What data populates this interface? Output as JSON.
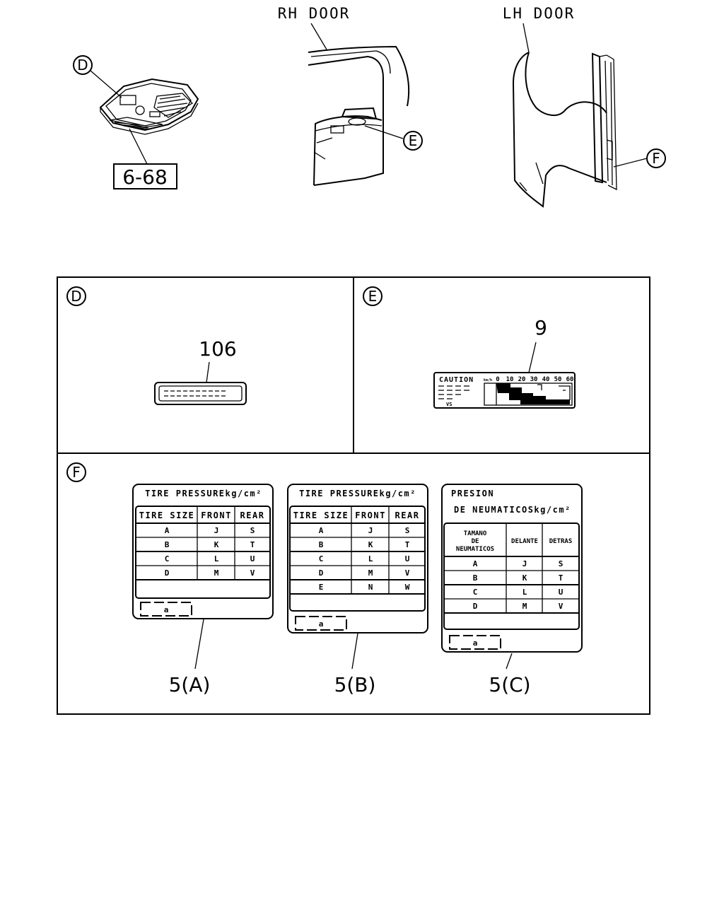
{
  "top": {
    "rh_door": "RH DOOR",
    "lh_door": "LH DOOR",
    "ref_d": "D",
    "ref_e": "E",
    "ref_f": "F",
    "ref_box": "6-68"
  },
  "panels": {
    "d": {
      "tag": "D",
      "part": "106"
    },
    "e": {
      "tag": "E",
      "part": "9",
      "caution": "CAUTION",
      "scale": [
        "0",
        "10",
        "20",
        "30",
        "40",
        "50",
        "60"
      ],
      "small": "km/h",
      "vs": "VS"
    },
    "f": {
      "tag": "F"
    }
  },
  "labels": [
    {
      "title": "TIRE PRESSUREkg/cm²",
      "headers": [
        "TIRE SIZE",
        "FRONT",
        "REAR"
      ],
      "rows": [
        [
          "A",
          "J",
          "S"
        ],
        [
          "B",
          "K",
          "T"
        ],
        [
          "C",
          "L",
          "U"
        ],
        [
          "D",
          "M",
          "V"
        ]
      ],
      "tag": "a",
      "part": "5(A)"
    },
    {
      "title": "TIRE PRESSUREkg/cm²",
      "headers": [
        "TIRE SIZE",
        "FRONT",
        "REAR"
      ],
      "rows": [
        [
          "A",
          "J",
          "S"
        ],
        [
          "B",
          "K",
          "T"
        ],
        [
          "C",
          "L",
          "U"
        ],
        [
          "D",
          "M",
          "V"
        ],
        [
          "E",
          "N",
          "W"
        ]
      ],
      "tag": "a",
      "part": "5(B)"
    },
    {
      "title_line1": "PRESION",
      "title_line2": "DE NEUMATICOSkg/cm²",
      "headers": [
        "TAMANO\nDE\nNEUMATICOS",
        "DELANTE",
        "DETRAS"
      ],
      "rows": [
        [
          "A",
          "J",
          "S"
        ],
        [
          "B",
          "K",
          "T"
        ],
        [
          "C",
          "L",
          "U"
        ],
        [
          "D",
          "M",
          "V"
        ]
      ],
      "tag": "a",
      "part": "5(C)"
    }
  ]
}
